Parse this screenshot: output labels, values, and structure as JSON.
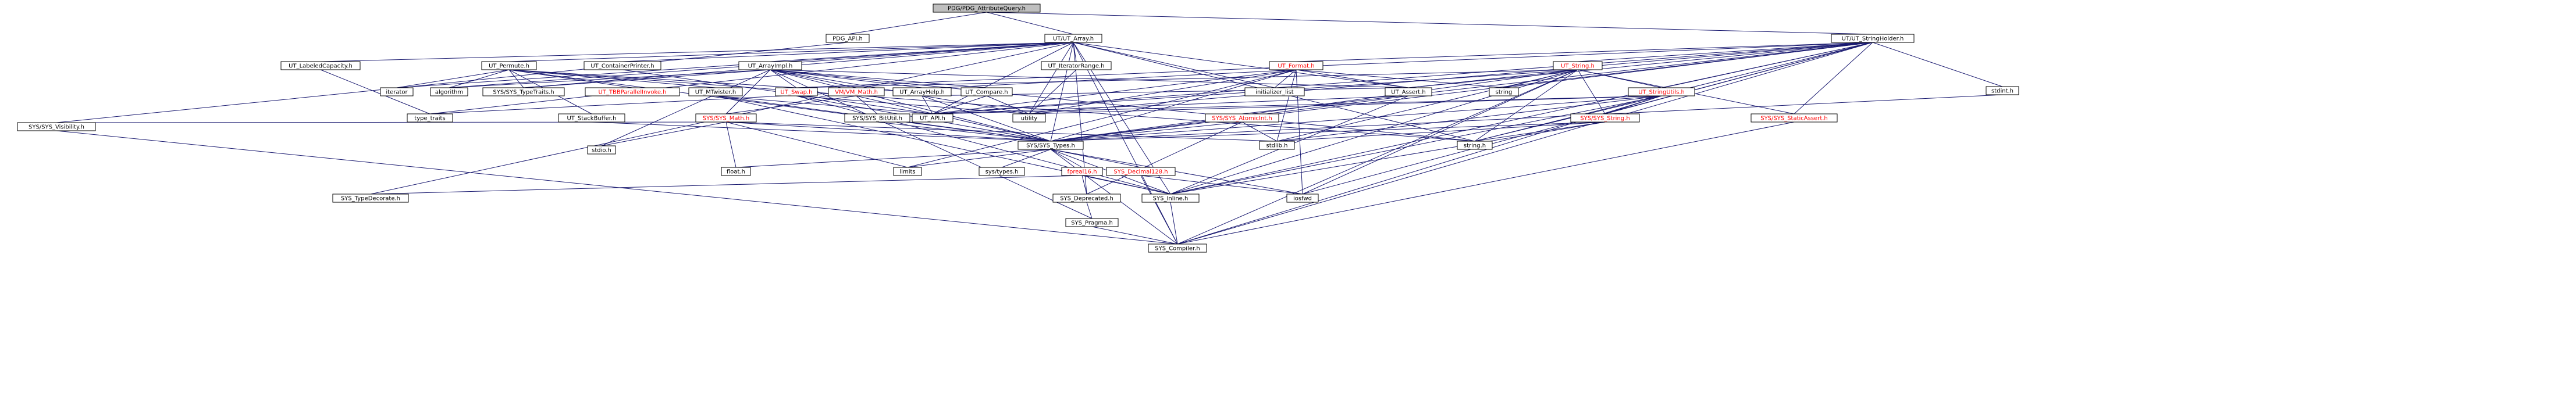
{
  "title": "PDG/PDG_AttributeQuery.h include dependency graph",
  "colors": {
    "root_fill": "#bfbfbf",
    "node_fill": "#ffffff",
    "border": "#000000",
    "edge": "#191970",
    "truncated_label": "#ff0000"
  },
  "nodes": {
    "root": {
      "label": "PDG/PDG_AttributeQuery.h"
    },
    "pdg_api": {
      "label": "PDG_API.h"
    },
    "ut_array": {
      "label": "UT/UT_Array.h"
    },
    "ut_stringholder": {
      "label": "UT/UT_StringHolder.h"
    },
    "ut_labeledcapacity": {
      "label": "UT_LabeledCapacity.h"
    },
    "ut_permute": {
      "label": "UT_Permute.h"
    },
    "ut_containerprinter": {
      "label": "UT_ContainerPrinter.h"
    },
    "ut_arrayimpl": {
      "label": "UT_ArrayImpl.h"
    },
    "ut_iteratorrange": {
      "label": "UT_IteratorRange.h"
    },
    "ut_format": {
      "label": "UT_Format.h"
    },
    "ut_string": {
      "label": "UT_String.h"
    },
    "stdint": {
      "label": "stdint.h"
    },
    "iterator": {
      "label": "iterator"
    },
    "algorithm": {
      "label": "algorithm"
    },
    "sys_typetraits": {
      "label": "SYS/SYS_TypeTraits.h"
    },
    "ut_tbbparallelinvoke": {
      "label": "UT_TBBParallelInvoke.h"
    },
    "ut_mtwister": {
      "label": "UT_MTwister.h"
    },
    "ut_swap": {
      "label": "UT_Swap.h"
    },
    "vm_math": {
      "label": "VM/VM_Math.h"
    },
    "ut_arrayhelp": {
      "label": "UT_ArrayHelp.h"
    },
    "ut_compare": {
      "label": "UT_Compare.h"
    },
    "initializer_list": {
      "label": "initializer_list"
    },
    "ut_assert": {
      "label": "UT_Assert.h"
    },
    "string_std": {
      "label": "string"
    },
    "ut_stringutils": {
      "label": "UT_StringUtils.h"
    },
    "sys_visibility": {
      "label": "SYS/SYS_Visibility.h"
    },
    "type_traits": {
      "label": "type_traits"
    },
    "ut_stackbuffer": {
      "label": "UT_StackBuffer.h"
    },
    "sys_math": {
      "label": "SYS/SYS_Math.h"
    },
    "sys_bitutil": {
      "label": "SYS/SYS_BitUtil.h"
    },
    "ut_api": {
      "label": "UT_API.h"
    },
    "utility": {
      "label": "utility"
    },
    "sys_atomicint": {
      "label": "SYS/SYS_AtomicInt.h"
    },
    "sys_string": {
      "label": "SYS/SYS_String.h"
    },
    "sys_staticassert": {
      "label": "SYS/SYS_StaticAssert.h"
    },
    "stdio": {
      "label": "stdio.h"
    },
    "sys_types": {
      "label": "SYS/SYS_Types.h"
    },
    "stdlib": {
      "label": "stdlib.h"
    },
    "string_h": {
      "label": "string.h"
    },
    "float_h": {
      "label": "float.h"
    },
    "limits": {
      "label": "limits"
    },
    "sys_types_h": {
      "label": "sys/types.h"
    },
    "fpreal16": {
      "label": "fpreal16.h"
    },
    "sys_decimal128": {
      "label": "SYS_Decimal128.h"
    },
    "sys_typedecorate": {
      "label": "SYS_TypeDecorate.h"
    },
    "sys_deprecated": {
      "label": "SYS_Deprecated.h"
    },
    "sys_inline": {
      "label": "SYS_Inline.h"
    },
    "iosfwd": {
      "label": "iosfwd"
    },
    "sys_pragma": {
      "label": "SYS_Pragma.h"
    },
    "sys_compiler": {
      "label": "SYS_Compiler.h"
    }
  },
  "edges": [
    [
      "root",
      "pdg_api"
    ],
    [
      "root",
      "ut_array"
    ],
    [
      "root",
      "ut_stringholder"
    ],
    [
      "pdg_api",
      "sys_visibility"
    ],
    [
      "ut_array",
      "ut_labeledcapacity"
    ],
    [
      "ut_array",
      "ut_permute"
    ],
    [
      "ut_array",
      "ut_containerprinter"
    ],
    [
      "ut_array",
      "ut_arrayimpl"
    ],
    [
      "ut_array",
      "ut_iteratorrange"
    ],
    [
      "ut_array",
      "ut_api"
    ],
    [
      "ut_array",
      "ut_assert"
    ],
    [
      "ut_array",
      "sys_types"
    ],
    [
      "ut_array",
      "sys_typetraits"
    ],
    [
      "ut_array",
      "sys_typedecorate"
    ],
    [
      "ut_array",
      "sys_compiler"
    ],
    [
      "ut_array",
      "sys_deprecated"
    ],
    [
      "ut_array",
      "sys_inline"
    ],
    [
      "ut_array",
      "algorithm"
    ],
    [
      "ut_array",
      "iterator"
    ],
    [
      "ut_array",
      "initializer_list"
    ],
    [
      "ut_array",
      "type_traits"
    ],
    [
      "ut_array",
      "utility"
    ],
    [
      "ut_array",
      "string_h"
    ],
    [
      "ut_labeledcapacity",
      "type_traits"
    ],
    [
      "ut_permute",
      "sys_typetraits"
    ],
    [
      "ut_permute",
      "ut_tbbparallelinvoke"
    ],
    [
      "ut_permute",
      "ut_mtwister"
    ],
    [
      "ut_permute",
      "ut_swap"
    ],
    [
      "ut_permute",
      "ut_stackbuffer"
    ],
    [
      "ut_permute",
      "algorithm"
    ],
    [
      "ut_permute",
      "iterator"
    ],
    [
      "ut_permute",
      "sys_types"
    ],
    [
      "ut_permute",
      "string_h"
    ],
    [
      "ut_containerprinter",
      "ut_api"
    ],
    [
      "ut_arrayimpl",
      "ut_arrayhelp"
    ],
    [
      "ut_arrayimpl",
      "ut_assert"
    ],
    [
      "ut_arrayimpl",
      "ut_compare"
    ],
    [
      "ut_arrayimpl",
      "ut_swap"
    ],
    [
      "ut_arrayimpl",
      "vm_math"
    ],
    [
      "ut_arrayimpl",
      "sys_math"
    ],
    [
      "ut_arrayimpl",
      "sys_types"
    ],
    [
      "ut_arrayimpl",
      "sys_typetraits"
    ],
    [
      "ut_arrayimpl",
      "algorithm"
    ],
    [
      "ut_arrayimpl",
      "utility"
    ],
    [
      "ut_arrayimpl",
      "stdio"
    ],
    [
      "ut_arrayimpl",
      "string_h"
    ],
    [
      "ut_arrayimpl",
      "sys_pragma"
    ],
    [
      "ut_iteratorrange",
      "utility"
    ],
    [
      "ut_mtwister",
      "ut_api"
    ],
    [
      "ut_mtwister",
      "sys_types"
    ],
    [
      "ut_mtwister",
      "sys_inline"
    ],
    [
      "ut_swap",
      "sys_types"
    ],
    [
      "ut_swap",
      "utility"
    ],
    [
      "ut_swap",
      "sys_inline"
    ],
    [
      "vm_math",
      "sys_math"
    ],
    [
      "vm_math",
      "sys_types"
    ],
    [
      "vm_math",
      "sys_bitutil"
    ],
    [
      "ut_arrayhelp",
      "ut_api"
    ],
    [
      "ut_arrayhelp",
      "sys_types"
    ],
    [
      "ut_arrayhelp",
      "ut_assert"
    ],
    [
      "ut_compare",
      "ut_api"
    ],
    [
      "ut_compare",
      "utility"
    ],
    [
      "ut_assert",
      "ut_api"
    ],
    [
      "ut_assert",
      "sys_types"
    ],
    [
      "ut_assert",
      "sys_inline"
    ],
    [
      "ut_stackbuffer",
      "sys_types"
    ],
    [
      "sys_math",
      "sys_visibility"
    ],
    [
      "sys_math",
      "sys_types"
    ],
    [
      "sys_math",
      "stdio"
    ],
    [
      "sys_math",
      "float_h"
    ],
    [
      "sys_math",
      "limits"
    ],
    [
      "sys_math",
      "stdlib"
    ],
    [
      "sys_bitutil",
      "sys_types"
    ],
    [
      "sys_visibility",
      "sys_compiler"
    ],
    [
      "sys_types",
      "sys_types_h"
    ],
    [
      "sys_types",
      "fpreal16"
    ],
    [
      "sys_types",
      "sys_decimal128"
    ],
    [
      "sys_types",
      "sys_inline"
    ],
    [
      "sys_types",
      "sys_compiler"
    ],
    [
      "sys_types",
      "float_h"
    ],
    [
      "sys_types",
      "limits"
    ],
    [
      "sys_types",
      "stdint"
    ],
    [
      "sys_types",
      "iosfwd"
    ],
    [
      "fpreal16",
      "sys_typedecorate"
    ],
    [
      "fpreal16",
      "sys_deprecated"
    ],
    [
      "fpreal16",
      "sys_inline"
    ],
    [
      "sys_deprecated",
      "sys_pragma"
    ],
    [
      "sys_pragma",
      "sys_compiler"
    ],
    [
      "sys_decimal128",
      "sys_compiler"
    ],
    [
      "sys_decimal128",
      "iosfwd"
    ],
    [
      "sys_inline",
      "sys_compiler"
    ],
    [
      "ut_stringholder",
      "ut_api"
    ],
    [
      "ut_stringholder",
      "ut_assert"
    ],
    [
      "ut_stringholder",
      "ut_format"
    ],
    [
      "ut_stringholder",
      "ut_string"
    ],
    [
      "ut_stringholder",
      "ut_stringutils"
    ],
    [
      "ut_stringholder",
      "ut_swap"
    ],
    [
      "ut_stringholder",
      "sys_atomicint"
    ],
    [
      "ut_stringholder",
      "sys_compiler"
    ],
    [
      "ut_stringholder",
      "sys_inline"
    ],
    [
      "ut_stringholder",
      "sys_staticassert"
    ],
    [
      "ut_stringholder",
      "sys_string"
    ],
    [
      "ut_stringholder",
      "sys_types"
    ],
    [
      "ut_stringholder",
      "iosfwd"
    ],
    [
      "ut_stringholder",
      "string_std"
    ],
    [
      "ut_stringholder",
      "utility"
    ],
    [
      "ut_stringholder",
      "stdint"
    ],
    [
      "ut_stringholder",
      "string_h"
    ],
    [
      "ut_format",
      "ut_api"
    ],
    [
      "ut_format",
      "ut_assert"
    ],
    [
      "ut_format",
      "ut_nonmodel_dummy"
    ],
    [
      "ut_format",
      "sys_types"
    ],
    [
      "ut_format",
      "initializer_list"
    ],
    [
      "ut_format",
      "iosfwd"
    ],
    [
      "ut_format",
      "limits"
    ],
    [
      "ut_format",
      "string_std"
    ],
    [
      "ut_format",
      "type_traits"
    ],
    [
      "ut_format",
      "utility"
    ],
    [
      "ut_format",
      "stdlib"
    ],
    [
      "ut_string",
      "ut_api"
    ],
    [
      "ut_string",
      "ut_assert"
    ],
    [
      "ut_string",
      "ut_swap"
    ],
    [
      "ut_string",
      "ut_stringutils"
    ],
    [
      "ut_string",
      "sys_compiler"
    ],
    [
      "ut_string",
      "sys_inline"
    ],
    [
      "ut_string",
      "sys_staticassert"
    ],
    [
      "ut_string",
      "sys_string"
    ],
    [
      "ut_string",
      "sys_types"
    ],
    [
      "ut_string",
      "iosfwd"
    ],
    [
      "ut_string",
      "string_std"
    ],
    [
      "ut_string",
      "stdlib"
    ],
    [
      "ut_string",
      "string_h"
    ],
    [
      "ut_stringutils",
      "ut_api"
    ],
    [
      "ut_stringutils",
      "sys_inline"
    ],
    [
      "ut_stringutils",
      "sys_string"
    ],
    [
      "ut_stringutils",
      "sys_types"
    ],
    [
      "ut_stringutils",
      "string_h"
    ],
    [
      "ut_stringutils",
      "stdlib"
    ],
    [
      "ut_stringutils",
      "utility"
    ],
    [
      "ut_stringutils",
      "sys_compiler"
    ],
    [
      "sys_atomicint",
      "sys_types"
    ],
    [
      "sys_atomicint",
      "sys_deprecated"
    ],
    [
      "sys_atomicint",
      "stdlib"
    ],
    [
      "sys_string",
      "sys_types"
    ],
    [
      "sys_string",
      "sys_inline"
    ],
    [
      "sys_string",
      "string_h"
    ],
    [
      "sys_string",
      "stdlib"
    ],
    [
      "sys_staticassert",
      "sys_compiler"
    ]
  ]
}
